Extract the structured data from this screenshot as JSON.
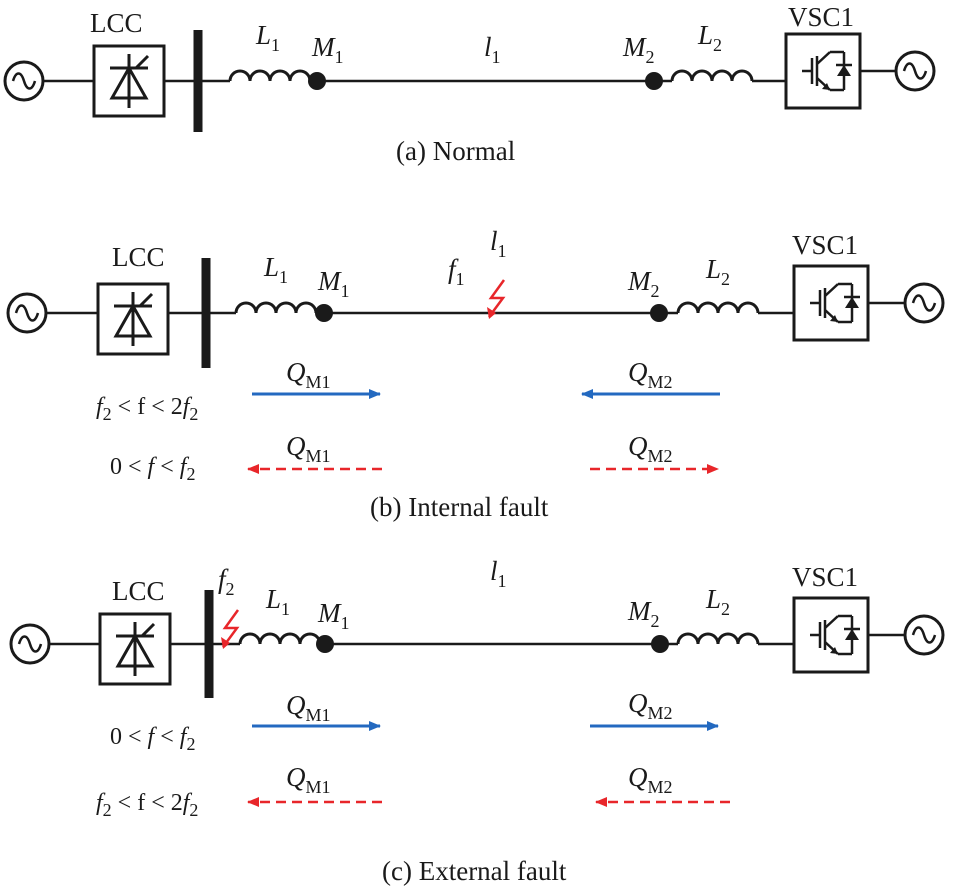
{
  "colors": {
    "line": "#1a1a1a",
    "fault": "#e8262a",
    "forward_arrow": "#2369c0",
    "harmonic_arrow": "#e8262a"
  },
  "icons": {
    "ac_source": "sine-wave-in-circle",
    "lcc": "thyristor-valve-box",
    "vsc": "igbt-valve-box",
    "fault": "lightning-bolt"
  },
  "panel_a": {
    "lcc_label": "LCC",
    "vsc_label": "VSC1",
    "l1": {
      "base": "L",
      "sub": "1"
    },
    "l2": {
      "base": "L",
      "sub": "2"
    },
    "m1": {
      "base": "M",
      "sub": "1"
    },
    "m2": {
      "base": "M",
      "sub": "2"
    },
    "line": {
      "base": "l",
      "sub": "1"
    },
    "caption": "(a) Normal"
  },
  "panel_b": {
    "lcc_label": "LCC",
    "vsc_label": "VSC1",
    "l1": {
      "base": "L",
      "sub": "1"
    },
    "l2": {
      "base": "L",
      "sub": "2"
    },
    "m1": {
      "base": "M",
      "sub": "1"
    },
    "m2": {
      "base": "M",
      "sub": "2"
    },
    "line": {
      "base": "l",
      "sub": "1"
    },
    "fault": {
      "base": "f",
      "sub": "1"
    },
    "row1_condition": {
      "a": "f",
      "a_sub": "2",
      "b": " < f < 2",
      "c": "f",
      "c_sub": "2"
    },
    "row2_condition": {
      "a": "0 < ",
      "b": "f",
      "c": " < ",
      "d": "f",
      "d_sub": "2"
    },
    "q_left": {
      "base": "Q",
      "sub": "M1"
    },
    "q_right": {
      "base": "Q",
      "sub": "M2"
    },
    "caption": "(b) Internal fault"
  },
  "panel_c": {
    "lcc_label": "LCC",
    "vsc_label": "VSC1",
    "l1": {
      "base": "L",
      "sub": "1"
    },
    "l2": {
      "base": "L",
      "sub": "2"
    },
    "m1": {
      "base": "M",
      "sub": "1"
    },
    "m2": {
      "base": "M",
      "sub": "2"
    },
    "line": {
      "base": "l",
      "sub": "1"
    },
    "fault": {
      "base": "f",
      "sub": "2"
    },
    "row1_condition": {
      "a": "0 < ",
      "b": "f",
      "c": " < ",
      "d": "f",
      "d_sub": "2"
    },
    "row2_condition": {
      "a": "f",
      "a_sub": "2",
      "b": " < f < 2",
      "c": "f",
      "c_sub": "2"
    },
    "q_left": {
      "base": "Q",
      "sub": "M1"
    },
    "q_right": {
      "base": "Q",
      "sub": "M2"
    },
    "caption": "(c) External fault"
  }
}
